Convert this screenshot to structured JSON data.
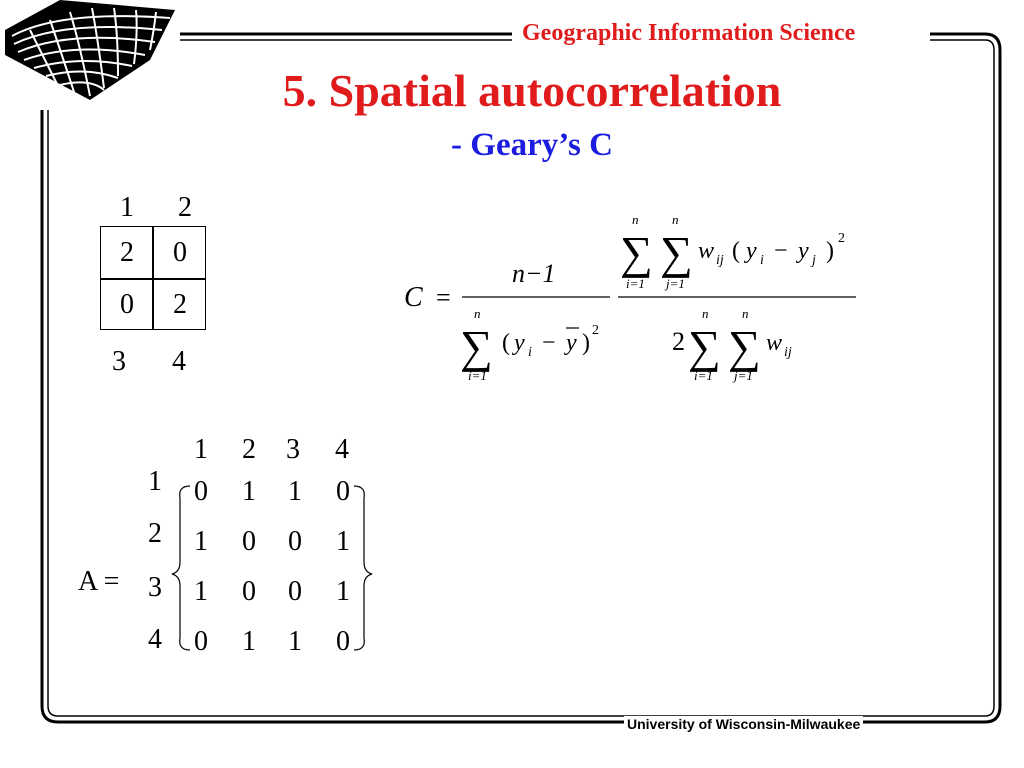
{
  "header": {
    "title": "Geographic Information Science"
  },
  "slide": {
    "title": "5. Spatial autocorrelation",
    "subtitle": "- Geary’s C"
  },
  "grid": {
    "top_labels": [
      "1",
      "2"
    ],
    "cells": [
      [
        "2",
        "0"
      ],
      [
        "0",
        "2"
      ]
    ],
    "bottom_labels": [
      "3",
      "4"
    ]
  },
  "formula": {
    "lhs": "C",
    "eq": "=",
    "numerator": "n−1",
    "sum_upper": "n",
    "sum_lower_i": "i=1",
    "sum_lower_j": "j=1",
    "two": "2",
    "exp": "2"
  },
  "matrix": {
    "label": "A =",
    "col_labels": [
      "1",
      "2",
      "3",
      "4"
    ],
    "row_labels": [
      "1",
      "2",
      "3",
      "4"
    ],
    "values": [
      [
        "0",
        "1",
        "1",
        "0"
      ],
      [
        "1",
        "0",
        "0",
        "1"
      ],
      [
        "1",
        "0",
        "0",
        "1"
      ],
      [
        "0",
        "1",
        "1",
        "0"
      ]
    ]
  },
  "footer": {
    "text": "University of Wisconsin-Milwaukee"
  },
  "colors": {
    "title": "#e01b1b",
    "subtitle": "#1c1ce0"
  }
}
